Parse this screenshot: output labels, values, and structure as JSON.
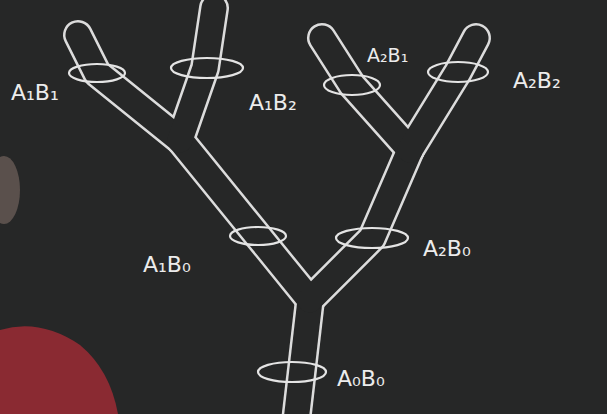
{
  "diagram": {
    "labels": [
      "A₁B₁",
      "A₁B₂",
      "A₂B₁",
      "A₂B₂",
      "A₁B₀",
      "A₂B₀",
      "A₀B₀"
    ]
  }
}
